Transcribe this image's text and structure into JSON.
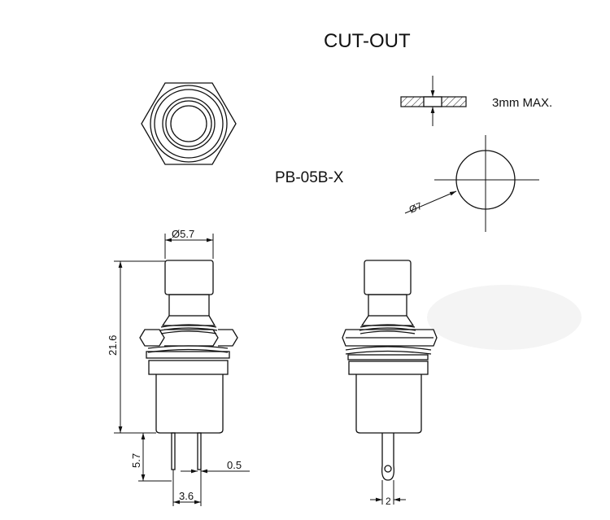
{
  "title": "CUT-OUT",
  "part_number": "PB-05B-X",
  "panel_thickness_label": "3mm MAX.",
  "cutout_diameter_label": "Ø7",
  "dimensions": {
    "button_diameter": "Ø5.7",
    "overall_height": "21.6",
    "pin_length": "5.7",
    "pin_thickness": "0.5",
    "pin_spacing": "3.6",
    "lug_width": "2"
  }
}
